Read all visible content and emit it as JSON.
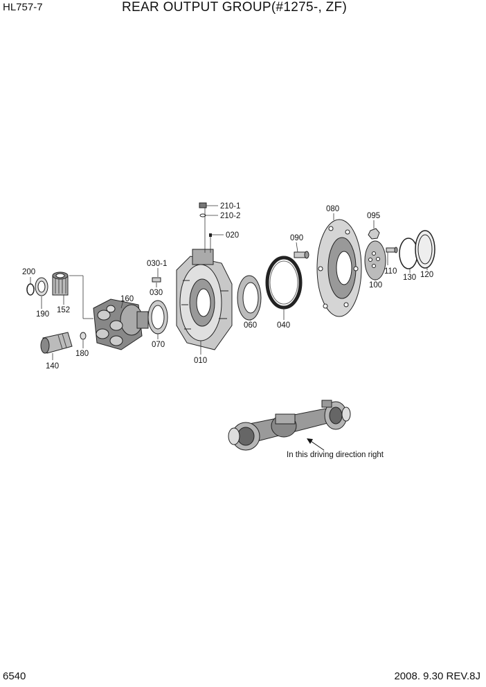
{
  "header": {
    "model": "HL757-7",
    "title": "REAR OUTPUT GROUP(#1275-, ZF)"
  },
  "footer": {
    "page_number": "6540",
    "date_rev": "2008. 9.30  REV.8J"
  },
  "parts": {
    "p200": "200",
    "p190": "190",
    "p152": "152",
    "p160": "160",
    "p140": "140",
    "p180": "180",
    "p030_1": "030-1",
    "p030": "030",
    "p070": "070",
    "p010": "010",
    "p210_1": "210-1",
    "p210_2": "210-2",
    "p020": "020",
    "p060": "060",
    "p040": "040",
    "p090": "090",
    "p080": "080",
    "p095": "095",
    "p110": "110",
    "p100": "100",
    "p130": "130",
    "p120": "120"
  },
  "axle_note": "In this driving direction right"
}
